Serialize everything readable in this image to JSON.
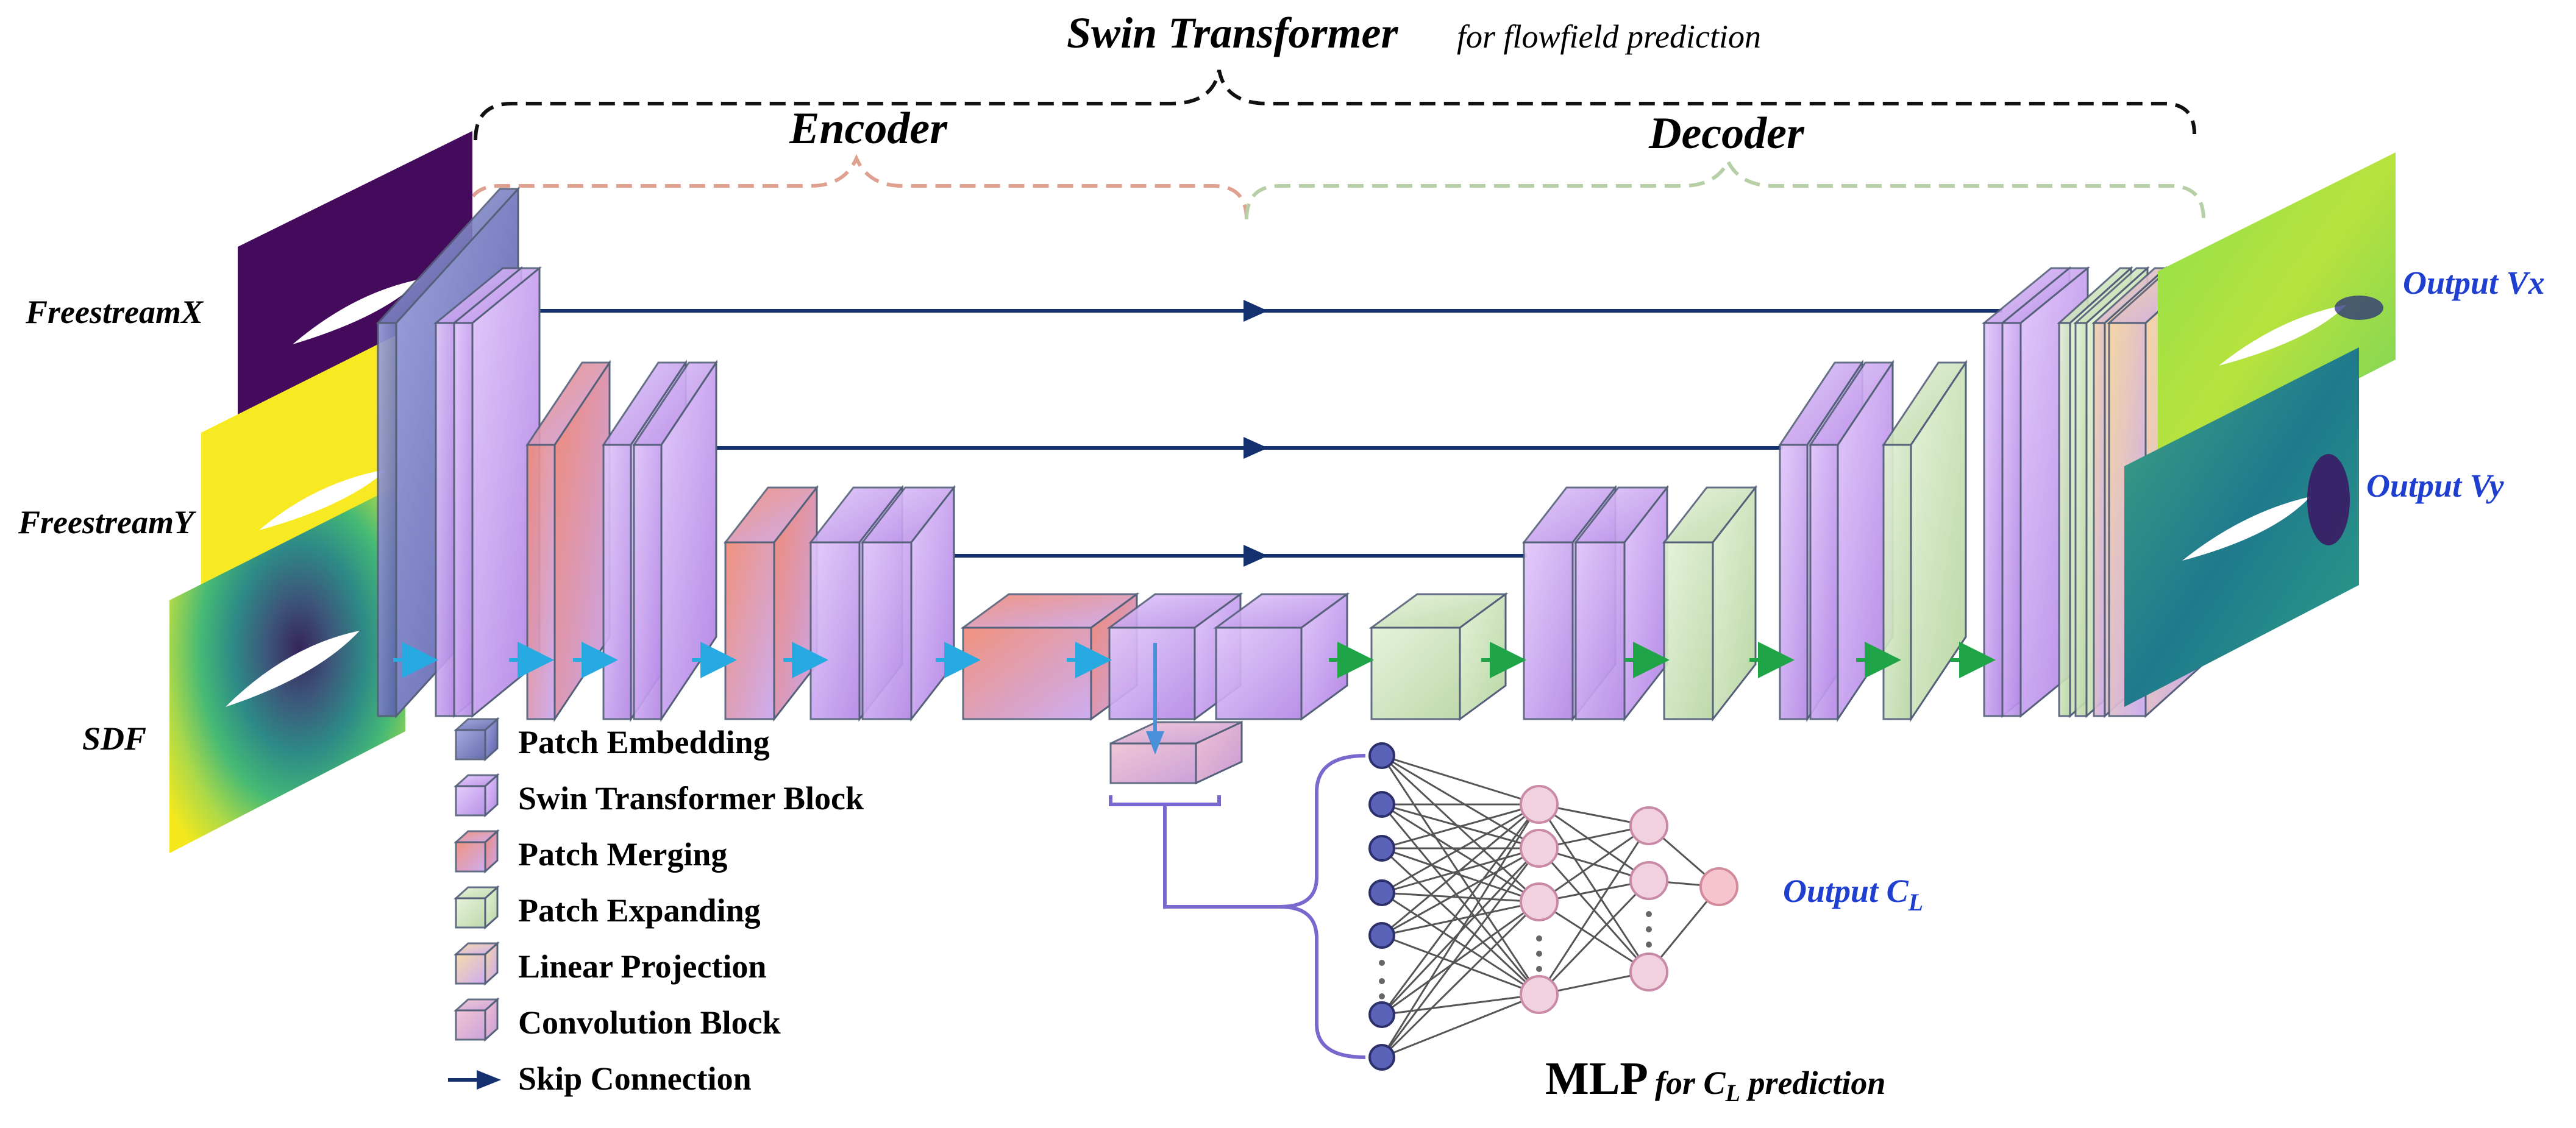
{
  "title": {
    "main": "Swin Transformer",
    "suffix": " for flowfield  prediction"
  },
  "sections": {
    "encoder": "Encoder",
    "decoder": "Decoder"
  },
  "inputs": {
    "freestream_x": "FreestreamX",
    "freestream_y": "FreestreamY",
    "sdf": "SDF"
  },
  "outputs": {
    "vx": "Output Vx",
    "vy": "Output Vy",
    "cl_prefix": "Output C",
    "cl_sub": "L"
  },
  "mlp": {
    "label": "MLP",
    "suffix_for": " for C",
    "suffix_sub": "L",
    "suffix_end": " prediction"
  },
  "legend": [
    {
      "label": "Patch Embedding",
      "color": "#7f86c9"
    },
    {
      "label": "Swin Transformer Block",
      "color": "#c9a6f0"
    },
    {
      "label": "Patch Merging",
      "color": "#e48574"
    },
    {
      "label": "Patch Expanding",
      "color": "#cfe6bd"
    },
    {
      "label": "Linear Projection",
      "color": "#eec890"
    },
    {
      "label": "Convolution Block",
      "color": "#e3b1c8"
    },
    {
      "label": "Skip Connection",
      "color": "#14306e"
    }
  ],
  "colors": {
    "patch_embedding": "#7f86c9",
    "swin_block": "#c9a6f0",
    "patch_merging": "#e48574",
    "patch_expanding": "#cfe6bd",
    "linear_projection": "#eec890",
    "conv_block": "#e3b1c8",
    "skip": "#14306e",
    "encoder_arrow": "#27a9e1",
    "decoder_arrow": "#1fa447",
    "encoder_brace": "#e0a090",
    "decoder_brace": "#b7cfa6",
    "output_text": "#1f3fd0",
    "mlp_connector": "#7b68cf"
  }
}
